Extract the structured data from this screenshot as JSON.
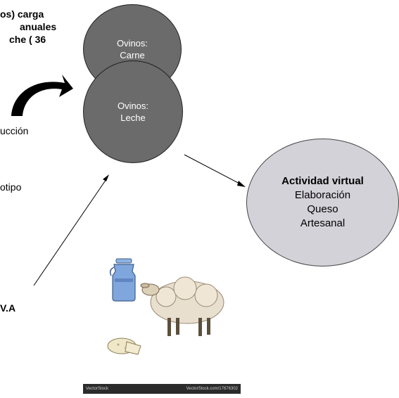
{
  "left_text": {
    "line1": "os) carga",
    "line2": "anuales",
    "line3": "che ( 36",
    "line4": "ucción",
    "line5": "otipo",
    "line6": "V.A"
  },
  "circles": {
    "top": {
      "line1": "Ovinos:",
      "line2": "Carne"
    },
    "bottom": {
      "line1": "Ovinos:",
      "line2": "Leche"
    }
  },
  "activity": {
    "title": "Actividad virtual",
    "line1": "Elaboración",
    "line2": "Queso",
    "line3": "Artesanal"
  },
  "illustration": {
    "brand_left": "VectorStock",
    "brand_right": "VectorStock.com/17676302"
  },
  "colors": {
    "circle_fill": "#6b6b6b",
    "ellipse_fill": "#d4d2d9"
  }
}
